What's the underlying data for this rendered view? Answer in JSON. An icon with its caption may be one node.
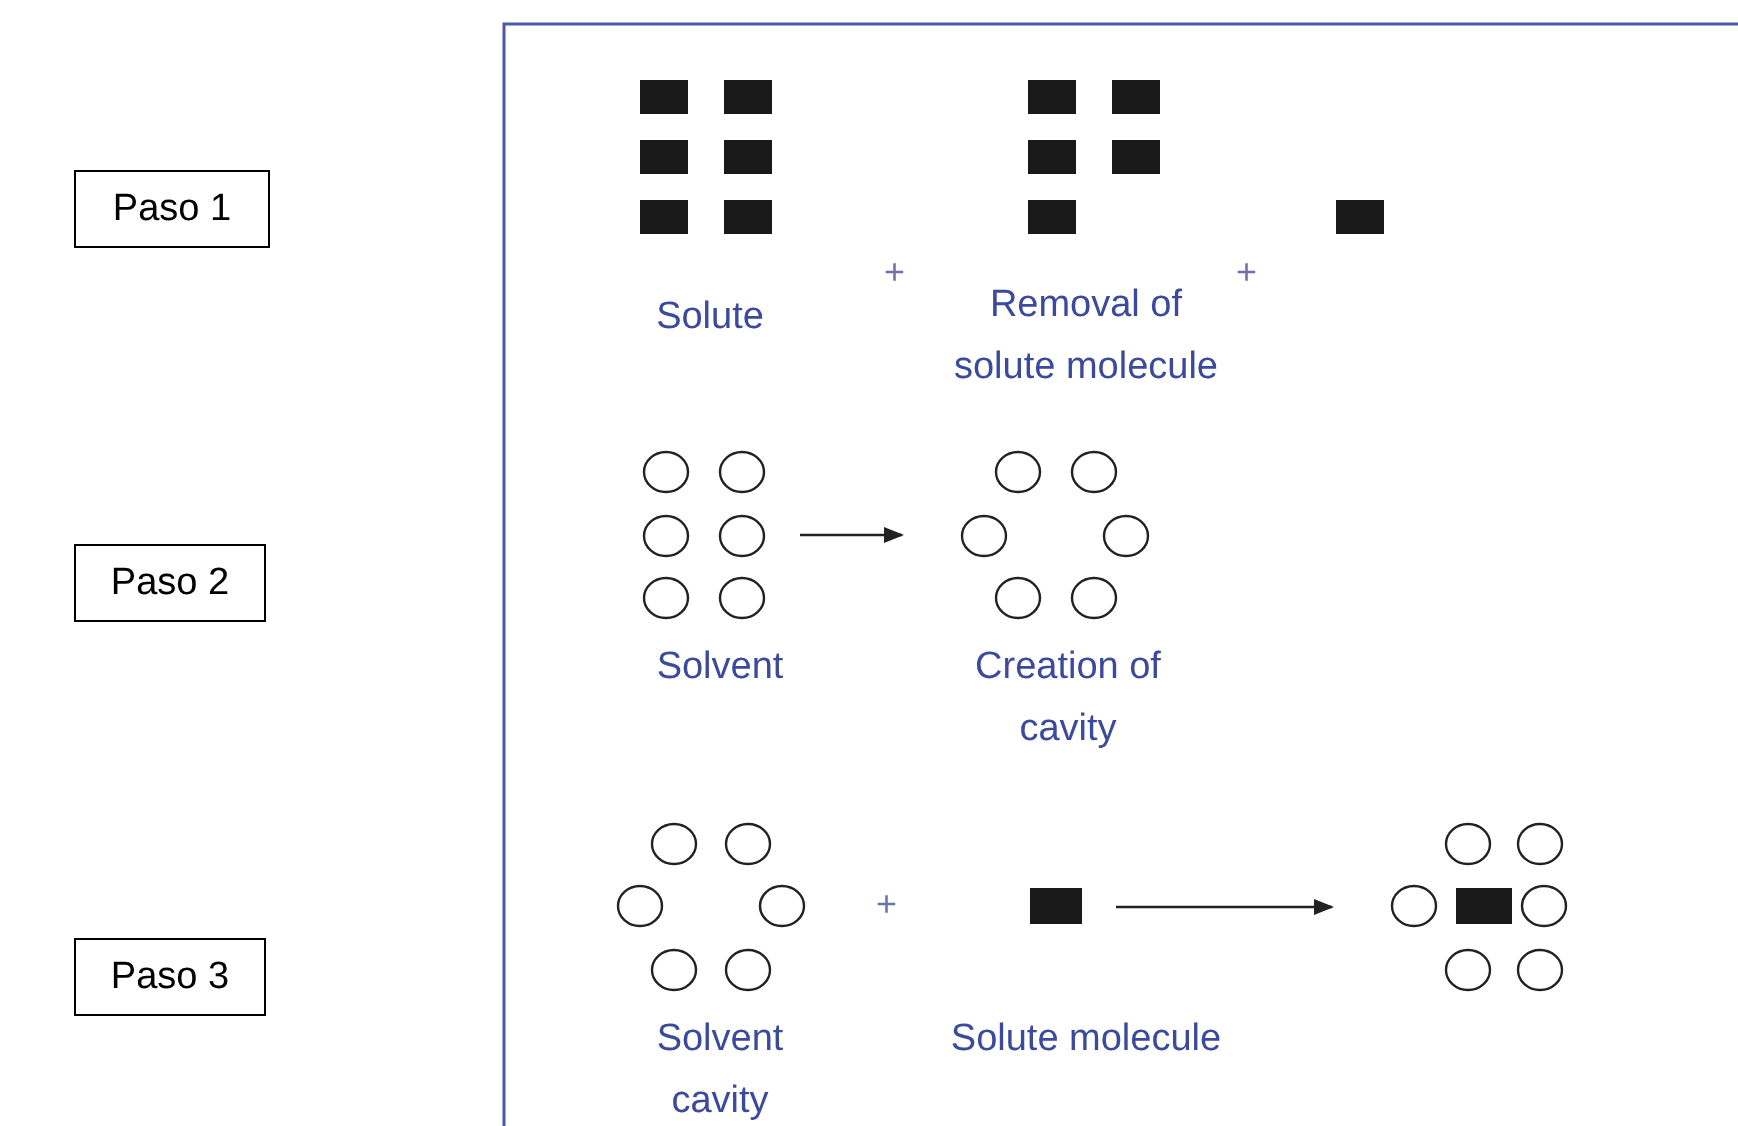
{
  "diagram": {
    "nodes": [
      {
        "text": [
          "Paso 1"
        ]
      },
      {
        "text": [
          "Paso 2"
        ]
      },
      {
        "text": [
          "Paso 3"
        ]
      },
      {
        "text": [],
        "shape": "picture",
        "beside": [
          "Solute"
        ]
      },
      {
        "text": [],
        "shape": "picture",
        "beside": [
          "Removal of solute molecule"
        ]
      },
      {
        "text": [],
        "shape": "box"
      },
      {
        "text": [],
        "shape": "picture",
        "beside": [
          "Solvent"
        ]
      },
      {
        "text": [],
        "shape": "picture",
        "beside": [
          "Creation of cavity"
        ]
      },
      {
        "text": [],
        "shape": "picture",
        "beside": [
          "Solvent cavity"
        ]
      },
      {
        "text": [],
        "shape": "box",
        "beside": [
          "Solute molecule"
        ]
      },
      {
        "text": [],
        "shape": "picture"
      }
    ],
    "edges": [
      {
        "from": 6,
        "to": 7,
        "arrow": "to"
      },
      {
        "from": 9,
        "to": 10,
        "arrow": "to"
      }
    ],
    "labels": [
      "+",
      "+",
      "+"
    ]
  }
}
